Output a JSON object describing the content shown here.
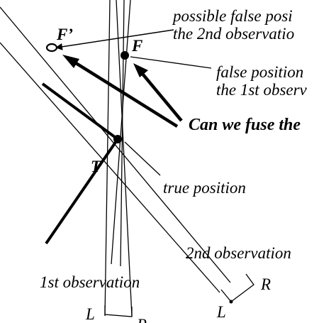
{
  "labels": {
    "f_prime": "F’",
    "f": "F",
    "t": "T",
    "l_bottom": "L",
    "r_bottom": "R",
    "l_right": "L",
    "r_right": "R",
    "possible_false_line1": "possible false posi",
    "possible_false_line2": "the 2nd observatio",
    "false_pos_line1": "false position",
    "false_pos_line2": "the 1st observ",
    "question": "Can we fuse the",
    "true_position": "true position",
    "second_observation": "2nd observation",
    "first_observation": "1st observation"
  },
  "colors": {
    "ink": "#000000",
    "background": "#ffffff"
  }
}
